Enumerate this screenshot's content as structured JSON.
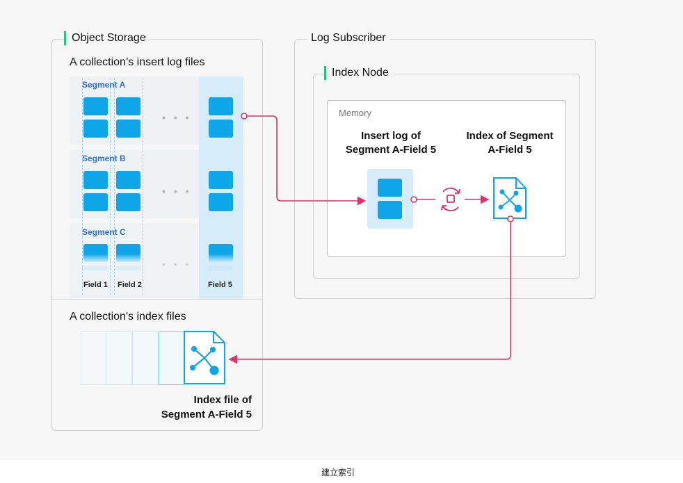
{
  "object_storage": {
    "title": "Object Storage",
    "insert_heading": "A collection’s insert log files",
    "index_heading": "A collection's index files",
    "segments": [
      "Segment A",
      "Segment B",
      "Segment C"
    ],
    "fields": [
      "Field 1",
      "Field 2",
      "Field 5"
    ],
    "ellipsis": "• • •",
    "index_file_label_line1": "Index file of",
    "index_file_label_line2": "Segment A-Field 5"
  },
  "log_subscriber": {
    "title": "Log Subscriber",
    "index_node": {
      "title": "Index Node",
      "memory_label": "Memory",
      "insert_log_line1": "Insert log of",
      "insert_log_line2": "Segment A-Field 5",
      "index_seg_line1": "Index of Segment",
      "index_seg_line2": "A-Field 5"
    }
  },
  "caption": "建立索引",
  "colors": {
    "accent_green": "#22c08a",
    "block_blue": "#0ea5e9",
    "arrow_pink": "#e0306b",
    "segment_label_blue": "#2f6fd0"
  }
}
